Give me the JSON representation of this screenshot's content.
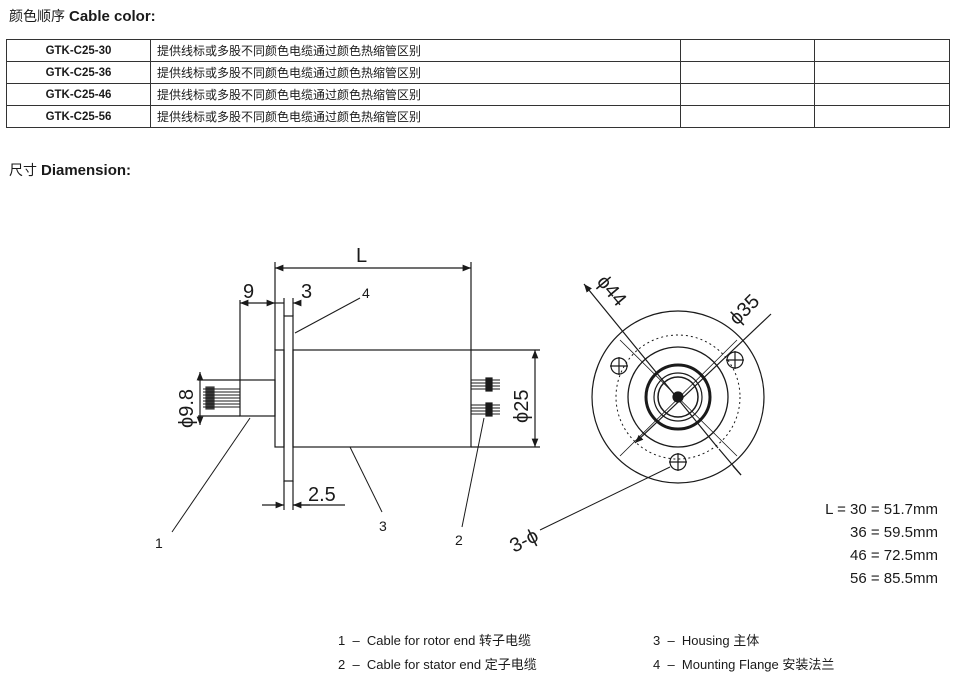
{
  "cable_color": {
    "title_zh": "颜色顺序",
    "title_en": "Cable color:",
    "rows": [
      {
        "model": "GTK-C25-30",
        "desc": "提供线标或多股不同颜色电缆通过颜色热缩管区别",
        "c3": "",
        "c4": ""
      },
      {
        "model": "GTK-C25-36",
        "desc": "提供线标或多股不同颜色电缆通过颜色热缩管区别",
        "c3": "",
        "c4": ""
      },
      {
        "model": "GTK-C25-46",
        "desc": "提供线标或多股不同颜色电缆通过颜色热缩管区别",
        "c3": "",
        "c4": ""
      },
      {
        "model": "GTK-C25-56",
        "desc": "提供线标或多股不同颜色电缆通过颜色热缩管区别",
        "c3": "",
        "c4": ""
      }
    ]
  },
  "dimension": {
    "title_zh": "尺寸",
    "title_en": "Diamension:"
  },
  "drawing": {
    "L": "L",
    "d9": "9",
    "d3": "3",
    "d25w": "2.5",
    "phi98": "ϕ9.8",
    "phi25": "ϕ25",
    "phi44": "ϕ44",
    "phi35": "ϕ35",
    "holes": "3-ϕ",
    "n1": "1",
    "n2": "2",
    "n3": "3",
    "n4": "4"
  },
  "lengths": [
    "L = 30 = 51.7mm",
    "36 = 59.5mm",
    "46 = 72.5mm",
    "56 = 85.5mm"
  ],
  "legend": [
    {
      "num": "1",
      "en": "Cable for rotor end",
      "zh": "转子电缆"
    },
    {
      "num": "2",
      "en": "Cable for stator end",
      "zh": "定子电缆"
    },
    {
      "num": "3",
      "en": "Housing",
      "zh": "主体"
    },
    {
      "num": "4",
      "en": "Mounting  Flange",
      "zh": "安装法兰"
    }
  ]
}
